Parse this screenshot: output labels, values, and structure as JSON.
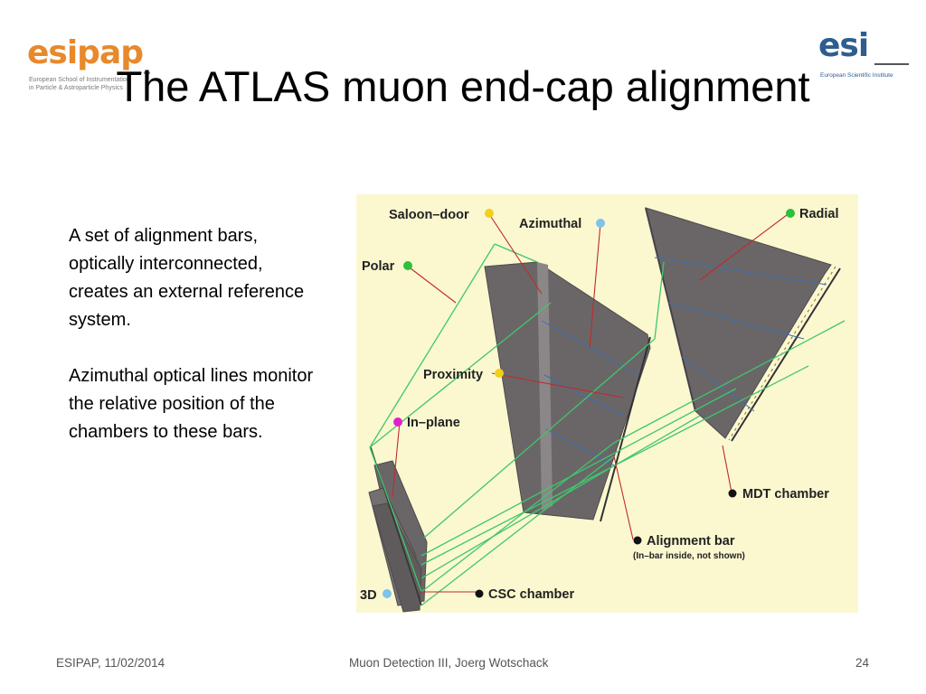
{
  "logos": {
    "left": {
      "name": "esipap",
      "subtitle": [
        "European School of Instrumentation",
        "in Particle & Astroparticle Physics"
      ],
      "color": "#e8892b"
    },
    "right": {
      "name": "esi",
      "subtitle": "European Scientific Institute",
      "color": "#2e5d8f"
    }
  },
  "slide": {
    "title": "The ATLAS muon end-cap alignment",
    "paragraphs": [
      "A set of alignment bars, optically interconnected, creates an external reference system.",
      "Azimuthal optical lines monitor the relative position of the chambers to these bars."
    ]
  },
  "figure": {
    "background": "#fbf8d0",
    "labels": {
      "saloon_door": "Saloon–door",
      "azimuthal": "Azimuthal",
      "radial": "Radial",
      "polar": "Polar",
      "proximity": "Proximity",
      "in_plane": "In–plane",
      "mdt_chamber": "MDT chamber",
      "alignment_bar": "Alignment bar",
      "alignment_bar_note": "(In–bar inside, not shown)",
      "three_d": "3D",
      "csc_chamber": "CSC chamber"
    },
    "dot_colors": {
      "yellow": "#f2cf1a",
      "blue": "#7ec3ea",
      "green": "#2fbf3a",
      "magenta": "#e020d0",
      "black": "#111111"
    }
  },
  "footer": {
    "left": "ESIPAP, 11/02/2014",
    "center": "Muon Detection III, Joerg Wotschack",
    "right": "24"
  }
}
